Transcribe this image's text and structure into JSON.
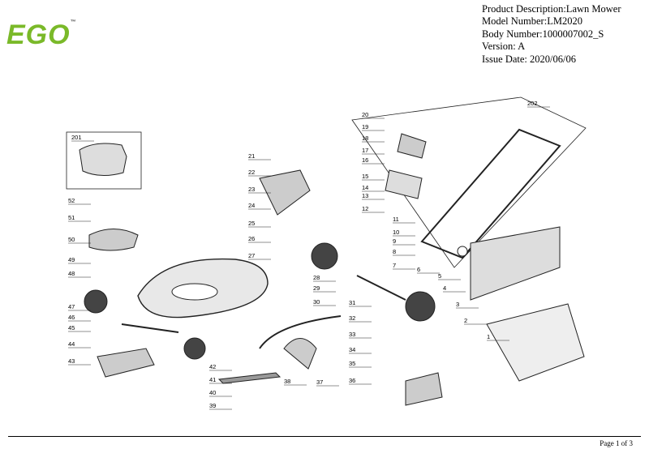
{
  "brand": "EGO",
  "header": {
    "description": "Product Description:Lawn Mower",
    "model": "Model Number:LM2020",
    "body": "Body Number:1000007002_S",
    "version": "Version: A",
    "issue_date": "Issue Date: 2020/06/06"
  },
  "callouts": [
    "1",
    "2",
    "3",
    "4",
    "5",
    "6",
    "7",
    "8",
    "9",
    "10",
    "11",
    "12",
    "13",
    "14",
    "15",
    "16",
    "17",
    "18",
    "19",
    "20",
    "21",
    "22",
    "23",
    "24",
    "25",
    "26",
    "27",
    "28",
    "29",
    "30",
    "31",
    "32",
    "33",
    "34",
    "35",
    "36",
    "37",
    "38",
    "39",
    "40",
    "41",
    "42",
    "43",
    "44",
    "45",
    "46",
    "47",
    "48",
    "49",
    "50",
    "51",
    "52",
    "201",
    "202"
  ],
  "footer": {
    "page": "Page 1 of  3"
  }
}
